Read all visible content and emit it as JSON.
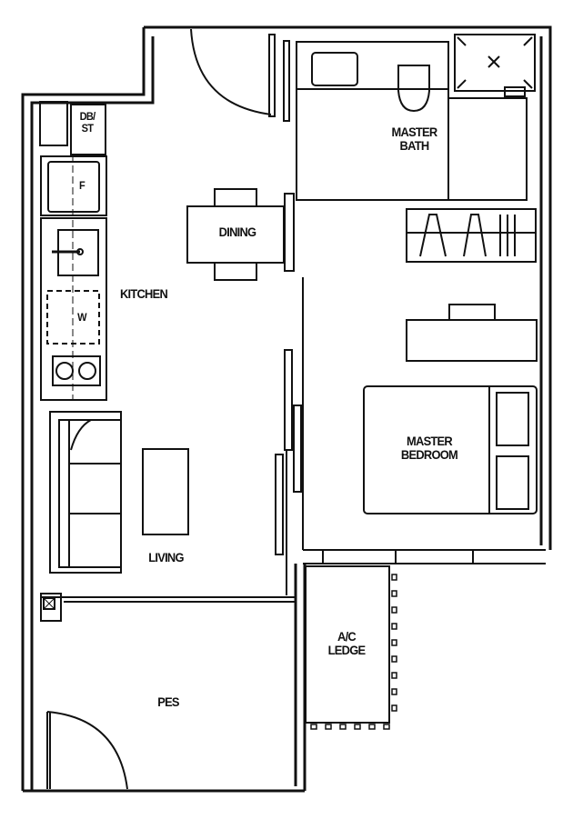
{
  "floorplan": {
    "rooms": {
      "master_bath": "MASTER\nBATH",
      "dining": "DINING",
      "kitchen": "KITCHEN",
      "master_bedroom": "MASTER\nBEDROOM",
      "living": "LIVING",
      "ac_ledge": "A/C\nLEDGE",
      "pes": "PES"
    },
    "fixtures": {
      "db_st": "DB/\nST",
      "fridge": "F",
      "washer": "W"
    },
    "colors": {
      "line": "#111111",
      "background": "#ffffff"
    }
  }
}
